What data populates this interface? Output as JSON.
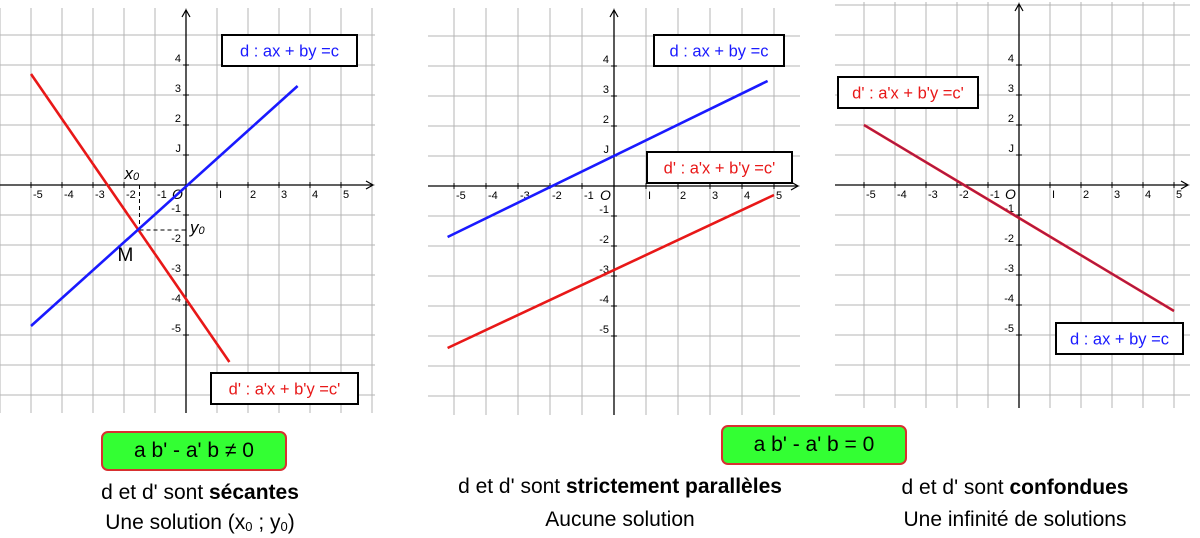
{
  "colors": {
    "d_line": "#1a1aff",
    "d_prime_line": "#e81818",
    "grid": "#b4b4b4",
    "condition_bg": "#33ff33",
    "condition_border": "#d83030"
  },
  "ticks": {
    "x": [
      "-5",
      "-4",
      "-3",
      "-2",
      "-1",
      "I",
      "2",
      "3",
      "4",
      "5"
    ],
    "y": [
      "4",
      "3",
      "2",
      "J",
      "-1",
      "-2",
      "-3",
      "-4",
      "-5"
    ],
    "origin": "O"
  },
  "panels": [
    {
      "d_label": "d : ax + by =c",
      "d_prime_label": "d' : a'x + b'y =c'",
      "point_label": "M",
      "x0_label": "x0",
      "y0_label": "y0",
      "lines": {
        "d": [
          [
            -5,
            -4.7
          ],
          [
            3.6,
            3.3
          ]
        ],
        "d_prime": [
          [
            -5,
            3.7
          ],
          [
            1.4,
            -5.9
          ]
        ]
      },
      "point": [
        -1.5,
        -1.5
      ]
    },
    {
      "d_label": "d : ax + by =c",
      "d_prime_label": "d' : a'x + b'y =c'",
      "lines": {
        "d": [
          [
            -5.2,
            -1.7
          ],
          [
            4.8,
            3.5
          ]
        ],
        "d_prime": [
          [
            -5.2,
            -5.4
          ],
          [
            5,
            -0.3
          ]
        ]
      }
    },
    {
      "d_label": "d : ax + by =c",
      "d_prime_label": "d' : a'x + b'y =c'",
      "lines": {
        "d": [
          [
            -5,
            2
          ],
          [
            5,
            -4.2
          ]
        ],
        "d_prime": [
          [
            -5,
            2
          ],
          [
            5,
            -4.2
          ]
        ]
      }
    }
  ],
  "conditions": {
    "secant": "a b' - a' b ≠ 0",
    "parallel": "a b' - a' b = 0"
  },
  "captions": {
    "col1_pre": "d et d' sont ",
    "col1_bold": "sécantes",
    "col1_sub_a": "Une solution (x",
    "col1_sub_b": " ; y",
    "col1_sub_c": ")",
    "sub0": "0",
    "col2_pre": "d et d' sont ",
    "col2_bold": "strictement parallèles",
    "col2_sub": "Aucune solution",
    "col3_pre": "d et d' sont ",
    "col3_bold": "confondues",
    "col3_sub": "Une infinité de solutions"
  }
}
